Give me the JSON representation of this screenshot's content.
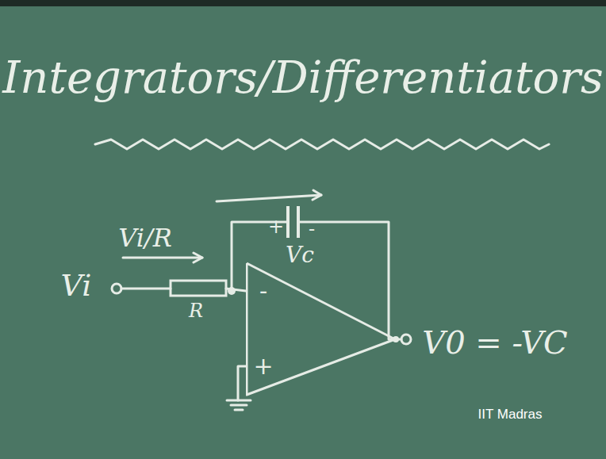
{
  "diagram": {
    "title": "Integrators/Differentiators",
    "nodes": [
      {
        "text": [
          "-",
          "+"
        ]
      }
    ],
    "labels": [
      "Vi/R",
      "+",
      "-",
      "Vc",
      "Vi",
      "R",
      "V0 = -VC",
      "IIT Madras"
    ]
  }
}
